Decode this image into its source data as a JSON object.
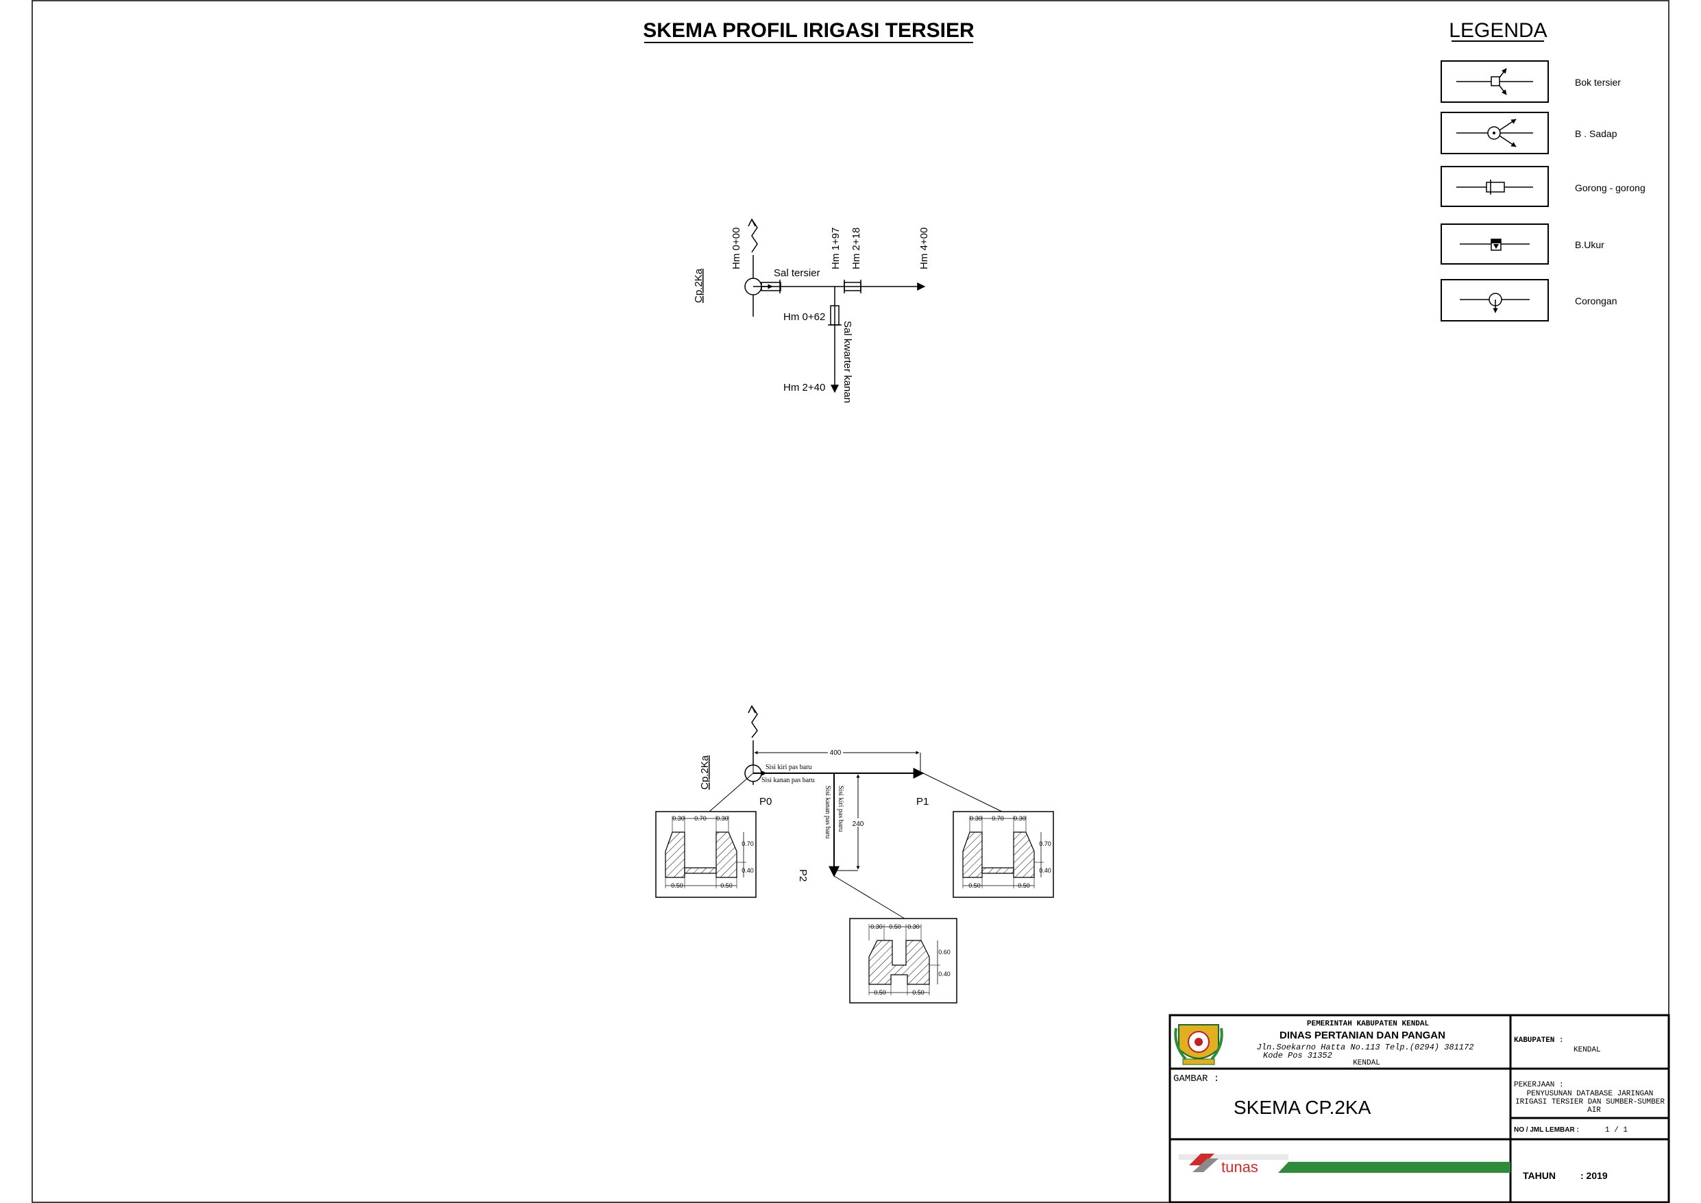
{
  "title": "SKEMA PROFIL IRIGASI TERSIER",
  "legend": {
    "heading": "LEGENDA",
    "items": [
      {
        "label": "Bok tersier",
        "icon": "bok-tersier-icon"
      },
      {
        "label": "B . Sadap",
        "icon": "bangunan-sadap-icon"
      },
      {
        "label": "Gorong - gorong",
        "icon": "gorong-gorong-icon"
      },
      {
        "label": "B.Ukur",
        "icon": "bangunan-ukur-icon"
      },
      {
        "label": "Corongan",
        "icon": "corongan-icon"
      }
    ]
  },
  "schema": {
    "cp_label": "Cp.2Ka",
    "sal_tersier": "Sal tersier",
    "sal_kwarter": "Sal kwarter kanan",
    "stations": {
      "hm_000": "Hm 0+00",
      "hm_197": "Hm 1+97",
      "hm_218": "Hm 2+18",
      "hm_400": "Hm 4+00",
      "hm_062": "Hm 0+62",
      "hm_240": "Hm 2+40"
    }
  },
  "profile": {
    "cp_label": "Cp.2Ka",
    "dim_horizontal": "400",
    "dim_vertical": "240",
    "sisi_kiri_top": "Sisi kiri pas baru",
    "sisi_kanan_top": "Sisi kanan pas baru",
    "sisi_kiri_down": "Sisi kiri pas baru",
    "sisi_kanan_down": "Sisi kanan pas baru",
    "points": {
      "p0": "P0",
      "p1": "P1",
      "p2": "P2"
    },
    "sections": {
      "p0": {
        "top_left": "0.30",
        "top_mid": "0.70",
        "top_right": "0.30",
        "h_upper": "0.70",
        "h_lower": "0.40",
        "bottom_left": "0.50",
        "bottom_right": "0.50"
      },
      "p1": {
        "top_left": "0.30",
        "top_mid": "0.70",
        "top_right": "0.30",
        "h_upper": "0.70",
        "h_lower": "0.40",
        "bottom_left": "0.50",
        "bottom_right": "0.50"
      },
      "p2": {
        "top_left": "0.30",
        "top_mid": "0.50",
        "top_right": "0.30",
        "h_upper": "0.60",
        "h_lower": "0.40",
        "bottom_left": "0.50",
        "bottom_right": "0.50"
      }
    }
  },
  "title_block": {
    "gov": "PEMERINTAH KABUPATEN KENDAL",
    "dept": "DINAS PERTANIAN DAN PANGAN",
    "address1": "Jln.Soekarno Hatta No.113 Telp.(0294) 381172",
    "address2": "Kode Pos 31352",
    "city": "KENDAL",
    "gambar_label": "GAMBAR :",
    "gambar_value": "SKEMA CP.2KA",
    "kabupaten_label": "KABUPATEN :",
    "kabupaten_value": "KENDAL",
    "pekerjaan_label": "PEKERJAAN :",
    "pekerjaan_line1": "PENYUSUNAN DATABASE JARINGAN",
    "pekerjaan_line2": "IRIGASI TERSIER DAN SUMBER-SUMBER",
    "pekerjaan_line3": "AIR",
    "lembar_label": "NO / JML LEMBAR :",
    "lembar_value": "1 / 1",
    "tahun_label": "TAHUN",
    "tahun_value": ": 2019",
    "company": "tunas"
  },
  "colors": {
    "line": "#000000",
    "company_green": "#2e8b3a",
    "company_red": "#d22a2a",
    "logo_gold": "#e0b020"
  }
}
